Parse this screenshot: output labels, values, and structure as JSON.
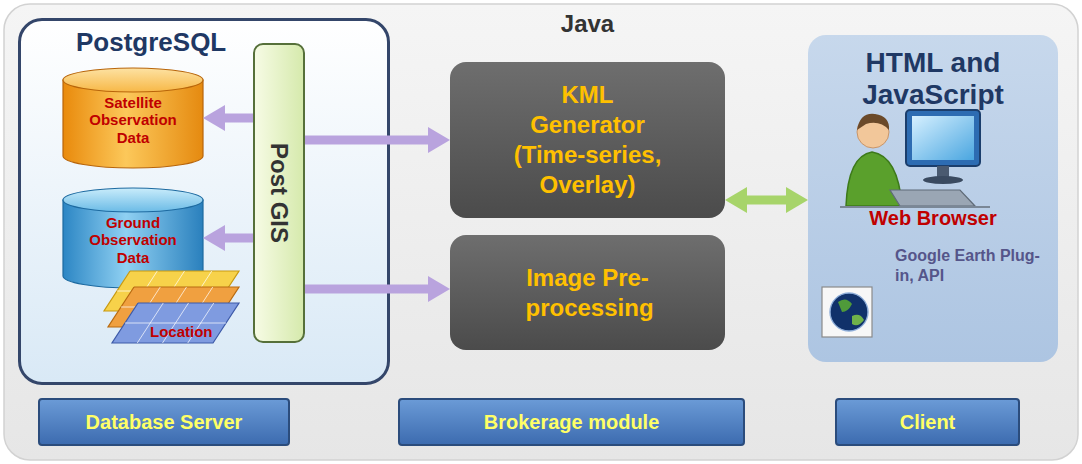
{
  "diagram": {
    "nodes": [
      {
        "text": [
          "PostgreSQL"
        ]
      },
      {
        "text": [
          "Satellite Observation Data"
        ],
        "in": 0
      },
      {
        "text": [
          "Ground Observation Data"
        ],
        "in": 0
      },
      {
        "text": [
          "Location"
        ],
        "in": 0
      },
      {
        "text": [
          "Post GIS"
        ],
        "in": 0
      },
      {
        "text": [
          "KML Generator (Time-series, Overlay)"
        ]
      },
      {
        "text": [
          "Image Pre-processing"
        ]
      },
      {
        "text": [
          "HTML and JavaScript",
          "Web Browser",
          "Google Earth Plug-in, API"
        ]
      },
      {
        "text": [
          "Database Server"
        ]
      },
      {
        "text": [
          "Brokerage module"
        ]
      },
      {
        "text": [
          "Client"
        ]
      }
    ],
    "edges": [
      {
        "from": 4,
        "to": 1,
        "arrow": "to"
      },
      {
        "from": 4,
        "to": 5,
        "arrow": "to"
      },
      {
        "from": 4,
        "to": 2,
        "arrow": "to"
      },
      {
        "from": 4,
        "to": 6,
        "arrow": "to"
      },
      {
        "from": 5,
        "to": 7,
        "arrow": "both"
      }
    ],
    "labels": [
      "Java"
    ]
  }
}
